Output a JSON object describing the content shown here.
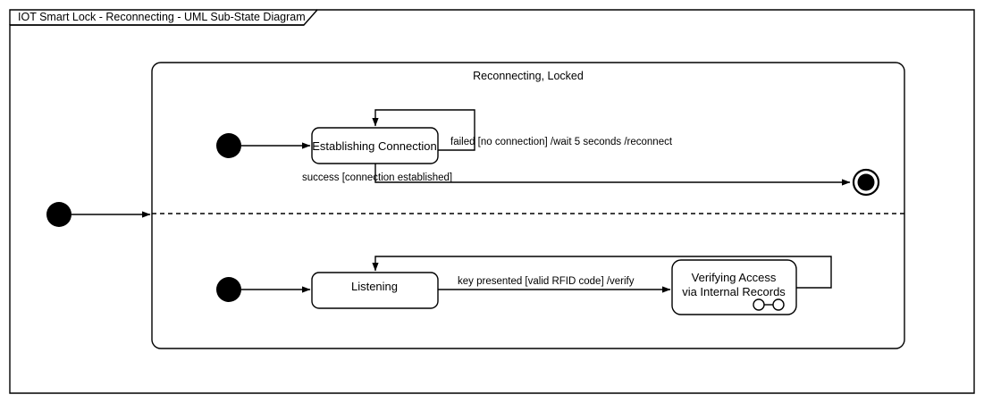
{
  "diagram": {
    "tab_title": "IOT Smart Lock - Reconnecting - UML Sub-State Diagram",
    "composite_state_label": "Reconnecting, Locked",
    "type": "UML Sub-State Diagram",
    "colors": {
      "stroke": "#000000",
      "background": "#ffffff",
      "node_fill": "#000000"
    },
    "regions": [
      {
        "name": "connection-region",
        "states": [
          {
            "id": "establishing-connection",
            "label": "Establishing Connection"
          }
        ],
        "nodes": [
          {
            "id": "initial-connection",
            "kind": "initial-state"
          },
          {
            "id": "final-connection",
            "kind": "final-state"
          }
        ],
        "transitions": [
          {
            "id": "self-loop-failed",
            "label": "failed [no connection] /wait 5 seconds /reconnect",
            "from": "establishing-connection",
            "to": "establishing-connection"
          },
          {
            "id": "success-transition",
            "label": "success [connection established]",
            "from": "establishing-connection",
            "to": "final-connection"
          },
          {
            "id": "initial-to-establishing",
            "label": "",
            "from": "initial-connection",
            "to": "establishing-connection"
          }
        ]
      },
      {
        "name": "access-region",
        "states": [
          {
            "id": "listening",
            "label": "Listening"
          },
          {
            "id": "verifying-access",
            "label_line1": "Verifying Access",
            "label_line2": "via Internal Records",
            "icon": "submachine-icon"
          }
        ],
        "nodes": [
          {
            "id": "initial-access",
            "kind": "initial-state"
          }
        ],
        "transitions": [
          {
            "id": "key-presented-transition",
            "label": "key presented [valid RFID code] /verify",
            "from": "listening",
            "to": "verifying-access"
          },
          {
            "id": "verify-return-transition",
            "label": "",
            "from": "verifying-access",
            "to": "listening"
          },
          {
            "id": "initial-to-listening",
            "label": "",
            "from": "initial-access",
            "to": "listening"
          }
        ]
      }
    ],
    "entry": {
      "id": "outer-initial-state",
      "kind": "initial-state",
      "label": ""
    }
  }
}
